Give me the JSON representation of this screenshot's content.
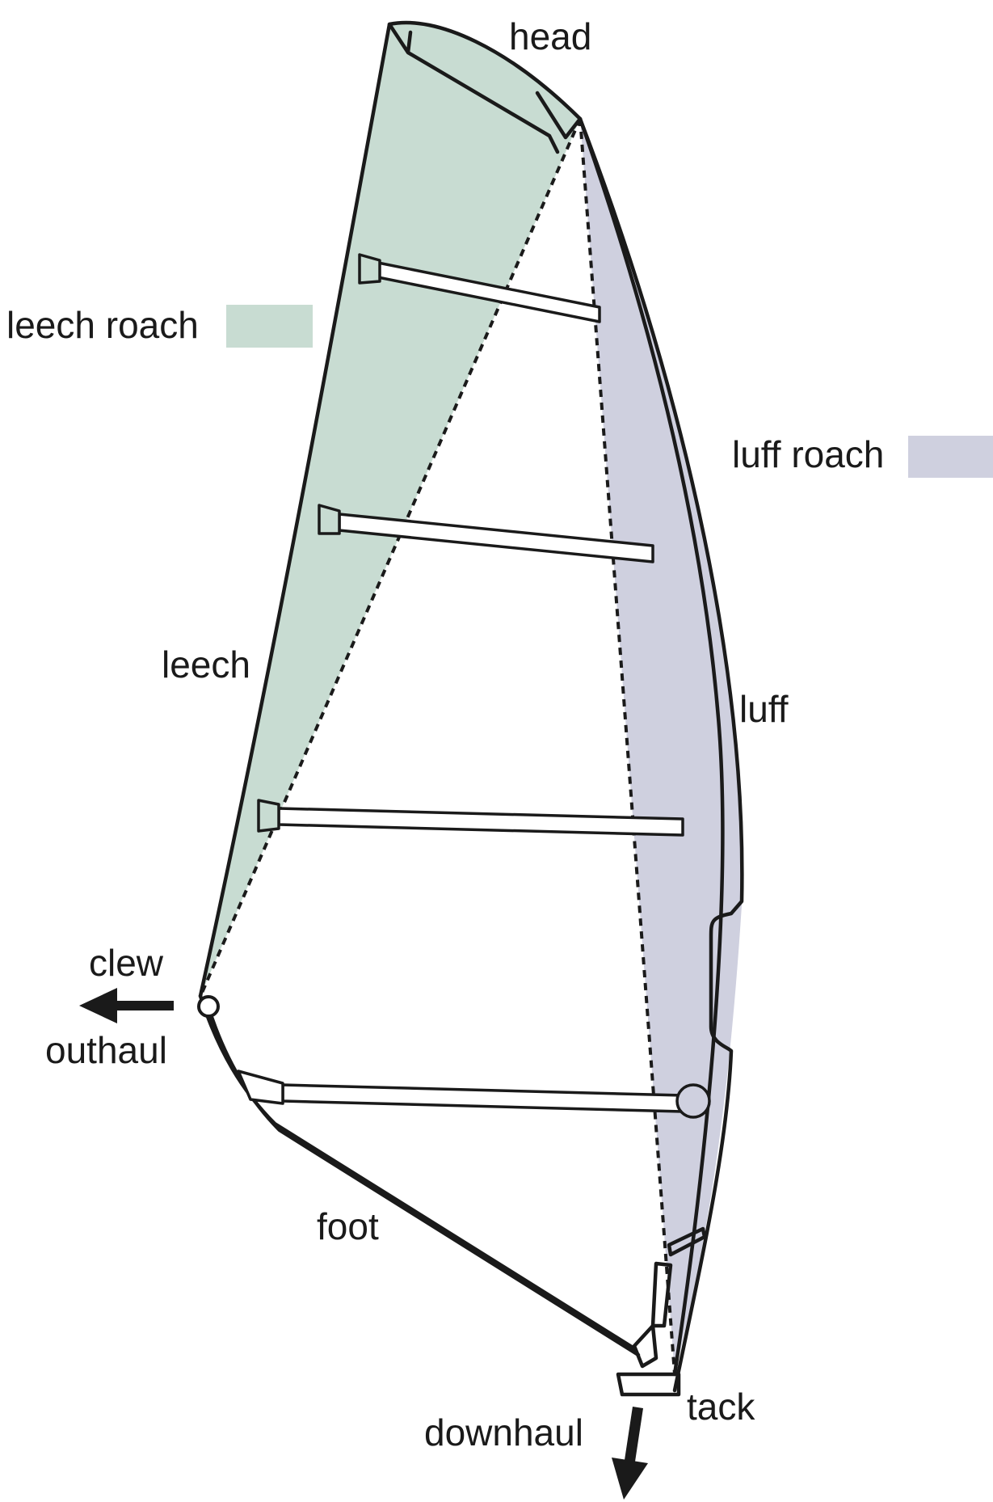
{
  "colors": {
    "leech_roach": "#c8dcd2",
    "luff_roach": "#cfd0df",
    "sail_body": "#ffffff",
    "outline": "#1a1a1a"
  },
  "legend": {
    "leech_roach": "leech roach",
    "luff_roach": "luff roach"
  },
  "labels": {
    "head": "head",
    "leech": "leech",
    "luff": "luff",
    "clew": "clew",
    "outhaul": "outhaul",
    "foot": "foot",
    "tack": "tack",
    "downhaul": "downhaul"
  }
}
